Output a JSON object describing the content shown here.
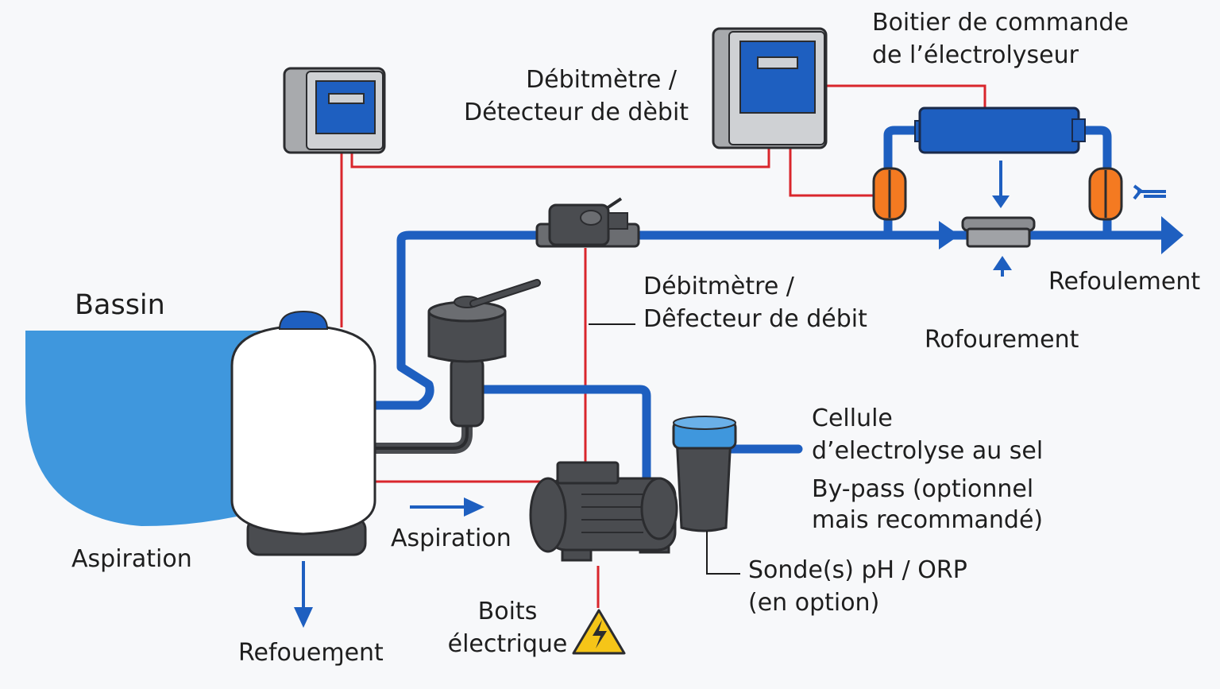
{
  "labels": {
    "boitier_commande": [
      "Boitier de commande",
      "de l’électrolyseur"
    ],
    "debitmetre_top": [
      "Débitmètre /",
      "Détecteur de dèbit"
    ],
    "debitmetre_mid": [
      "Débitmètre /",
      "Dêfecteur de débit"
    ],
    "bassin": "Bassin",
    "aspiration_left": "Aspiration",
    "aspiration_mid": "Aspiration",
    "refoulement_bottom": "Refoueɱent",
    "refoulement_right": "Refoulement",
    "rofourement": "Rofourement",
    "cellule": [
      "Cellule",
      "d’electrolyse au sel"
    ],
    "bypass": [
      "By-pass (optionnel",
      "mais recommandé)"
    ],
    "sonde": [
      "Sonde(s) pH / ORP",
      "(en option)"
    ],
    "boitier_electrique": [
      "Boits",
      "électrique"
    ]
  },
  "colors": {
    "pipe_blue": "#1e5fc0",
    "water": "#3f97dd",
    "wire_red": "#d9262c",
    "orange": "#f47a21",
    "gray_dark": "#4a4c50",
    "warning_yellow": "#f5c518"
  },
  "icons": [
    "control-box-icon",
    "filter-tank-icon",
    "pump-icon",
    "flow-switch-icon",
    "electrolysis-cell-icon",
    "warning-electric-icon",
    "valve-icon"
  ]
}
